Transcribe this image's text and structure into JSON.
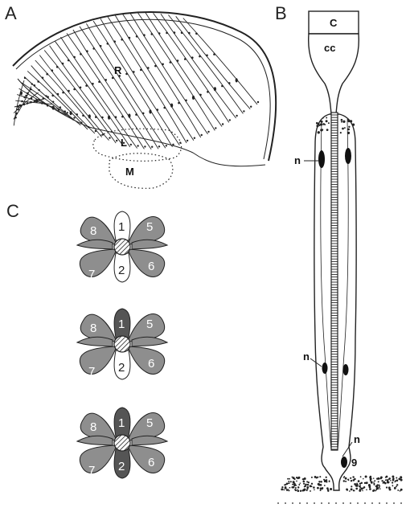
{
  "panels": {
    "a": {
      "letter": "A",
      "labels": {
        "r": "R",
        "l": "L",
        "m": "M"
      }
    },
    "b": {
      "letter": "B",
      "labels": {
        "c": "C",
        "cc": "cc",
        "n_top": "n",
        "n_mid": "n",
        "n_bottom": "n",
        "nine": "9"
      }
    },
    "c": {
      "letter": "C",
      "cells": {
        "one": "1",
        "two": "2",
        "five": "5",
        "six": "6",
        "seven": "7",
        "eight": "8"
      },
      "states": [
        {
          "cell_1": "white",
          "cell_2": "white"
        },
        {
          "cell_1": "dark",
          "cell_2": "white"
        },
        {
          "cell_1": "dark",
          "cell_2": "dark"
        }
      ]
    }
  },
  "colors": {
    "stroke": "#222222",
    "cell_grey": "#8e8e8e",
    "cell_dark": "#555555",
    "cell_white": "#ffffff"
  }
}
